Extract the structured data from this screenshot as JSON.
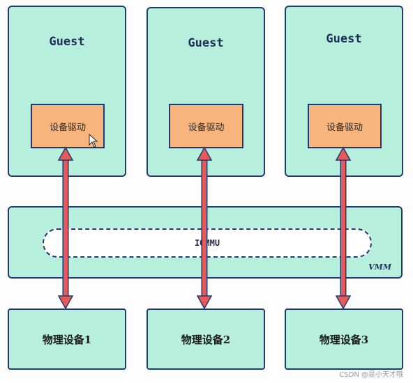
{
  "guests": [
    {
      "title": "Guest",
      "driver_label": "设备驱动"
    },
    {
      "title": "Guest",
      "driver_label": "设备驱动"
    },
    {
      "title": "Guest",
      "driver_label": "设备驱动"
    }
  ],
  "vmm": {
    "label": "VMM",
    "iommu_label": "IOMMU"
  },
  "devices": [
    {
      "label": "物理设备1"
    },
    {
      "label": "物理设备2"
    },
    {
      "label": "物理设备3"
    }
  ],
  "colors": {
    "box_fill": "#b6f0dc",
    "driver_fill": "#f7b47c",
    "arrow": "#e85a5a",
    "outline": "#1f3b73"
  },
  "watermark": "CSDN @是小天才哦"
}
